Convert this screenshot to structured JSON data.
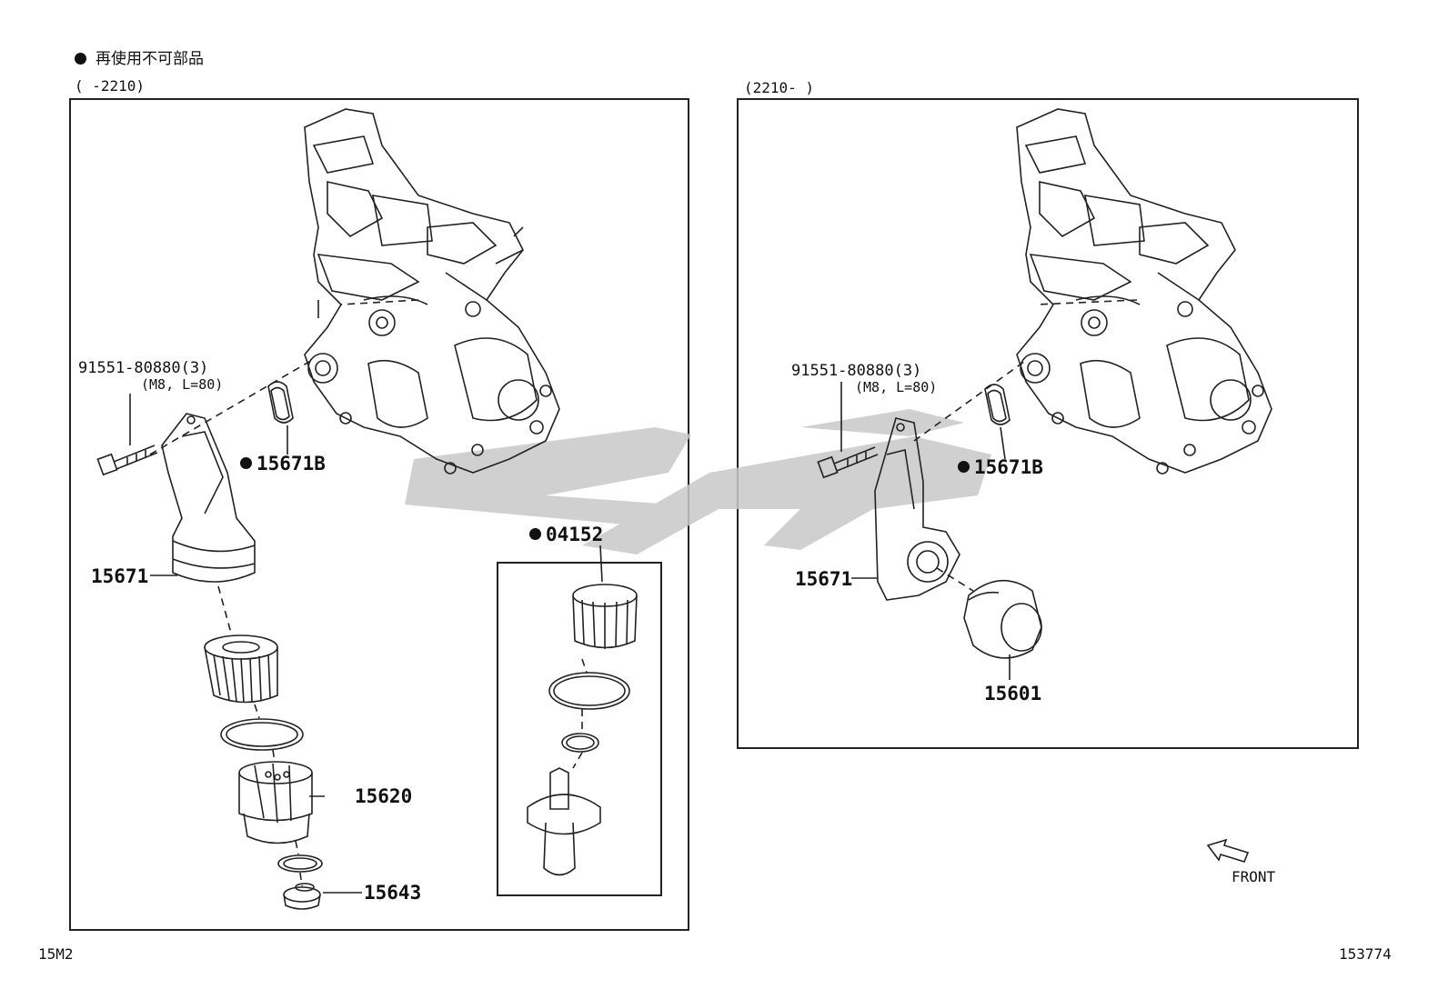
{
  "note": {
    "symbol": "●",
    "text": "再使用不可部品"
  },
  "left_panel": {
    "range": "(     -2210)",
    "bolt": {
      "part": "91551-80880(3)",
      "spec": "(M8, L=80)"
    },
    "gasket": "15671B",
    "housing": "15671",
    "element": "15620",
    "plug": "15643",
    "kit": "04152"
  },
  "right_panel": {
    "range": "(2210-     )",
    "bolt": {
      "part": "91551-80880(3)",
      "spec": "(M8, L=80)"
    },
    "gasket": "15671B",
    "housing": "15671",
    "filter": "15601",
    "front_label": "FRONT"
  },
  "footer": {
    "left_code": "15M2",
    "right_code": "153774"
  },
  "colors": {
    "line": "#222222",
    "watermark": "#c8c8c8"
  }
}
